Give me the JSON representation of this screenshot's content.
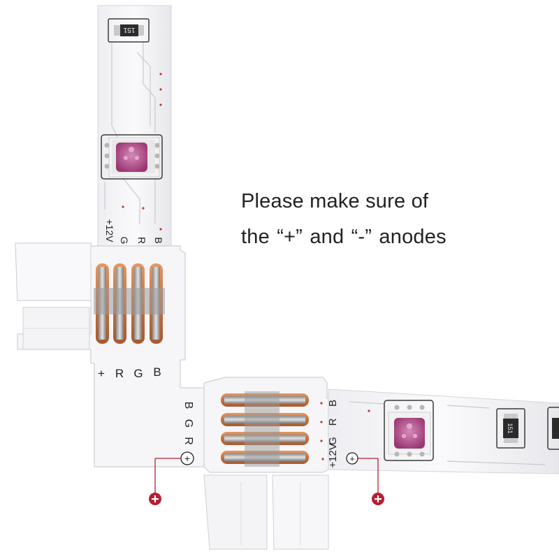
{
  "caption": {
    "line1": "Please make sure of",
    "line2_prefix": "the",
    "plus_quoted": "“+”",
    "and": "and",
    "minus_quoted": "“-”",
    "line2_suffix": "anodes"
  },
  "vertical_strip": {
    "resistor_code": "151",
    "pad_labels": [
      "+12V",
      "G",
      "R",
      "B"
    ]
  },
  "corner_connector": {
    "bottom_labels": [
      "+",
      "R",
      "G",
      "B"
    ],
    "side_labels": [
      "B",
      "G",
      "R"
    ],
    "plus_mark": "+"
  },
  "horizontal_strip": {
    "pad_labels": [
      "B",
      "R",
      "G",
      "+12V"
    ],
    "plus_mark": "+",
    "resistor_code": "151"
  },
  "colors": {
    "marker": "#b51f33",
    "strip": "#f7f7f9",
    "copper": "#c8703f",
    "led_lens": "#b94a8a"
  }
}
